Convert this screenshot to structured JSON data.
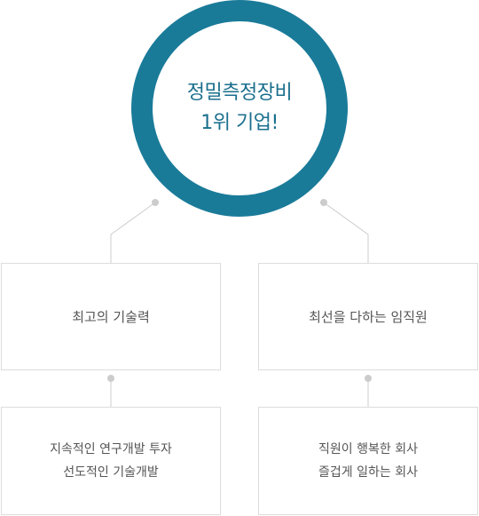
{
  "center": {
    "title_line1": "정밀측정장비",
    "title_line2": "1위 기업!"
  },
  "left": {
    "label": "최고의 기술력",
    "details": [
      "지속적인 연구개발 투자",
      "선도적인 기술개발"
    ]
  },
  "right": {
    "label": "최선을 다하는 임직원",
    "details": [
      "직원이 행복한 회사",
      "즐겁게 일하는 회사"
    ]
  },
  "colors": {
    "ring": "#1a7b99",
    "title": "#1a6f8d",
    "text": "#555555",
    "border": "#dddddd",
    "connector": "#cccccc"
  }
}
